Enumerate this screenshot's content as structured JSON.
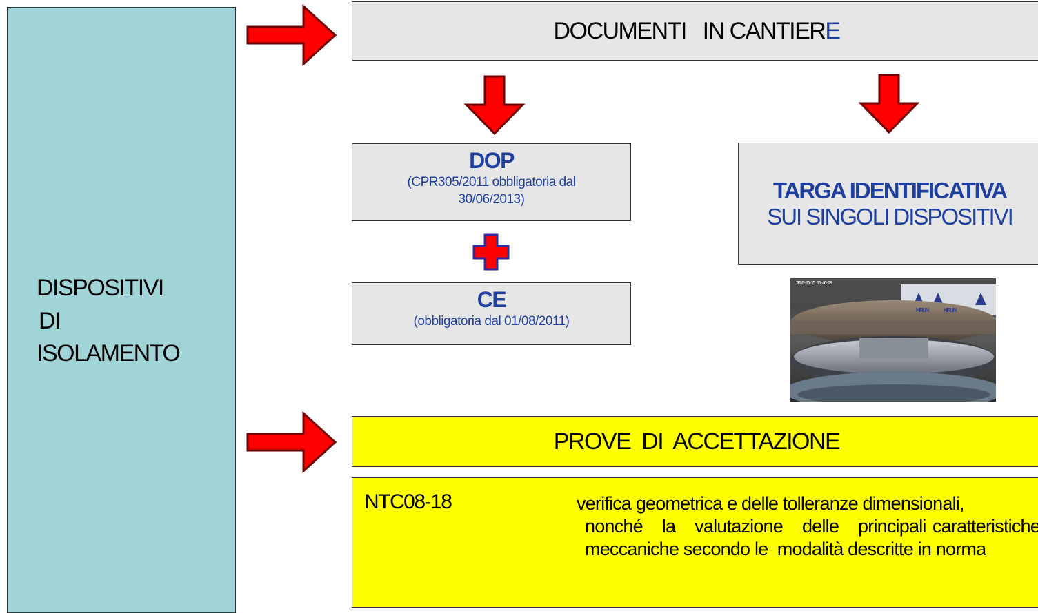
{
  "left": {
    "lines": [
      "DISPOSITIVI",
      "DI",
      "ISOLAMENTO"
    ]
  },
  "documenti": {
    "title_main": "DOCUMENTI   IN CANTIER",
    "title_accent": "E"
  },
  "dop": {
    "title": "DOP",
    "sub1": "(CPR305/2011 obbligatoria dal",
    "sub2": "30/06/2013)"
  },
  "ce": {
    "title": "CE",
    "sub": "(obbligatoria dal 01/08/2011)"
  },
  "targa": {
    "title": "TARGA IDENTIFICATIVA",
    "sub": "SUI SINGOLI DISPOSITIVI"
  },
  "photo": {
    "timestamp": "2016-06-15 15:46:28",
    "brand": "HIRUN"
  },
  "prove": {
    "title": "PROVE  DI  ACCETTAZIONE"
  },
  "ntc": {
    "label": "NTC08-18",
    "line1": "verifica geometrica e delle tolleranze dimensionali,",
    "rest": "nonché   la   valutazione   delle   principali caratteristiche meccaniche secondo le  modalità descritte in norma"
  },
  "colors": {
    "arrow_red": "#ff0000",
    "arrow_border": "#8b0000",
    "plus_red": "#ff0000",
    "plus_border": "#2b2b9f",
    "text_blue": "#1f3f9f",
    "left_box": "#a0d4d6",
    "gray_box": "#e6e6e6",
    "yellow_box": "#ffff00"
  }
}
